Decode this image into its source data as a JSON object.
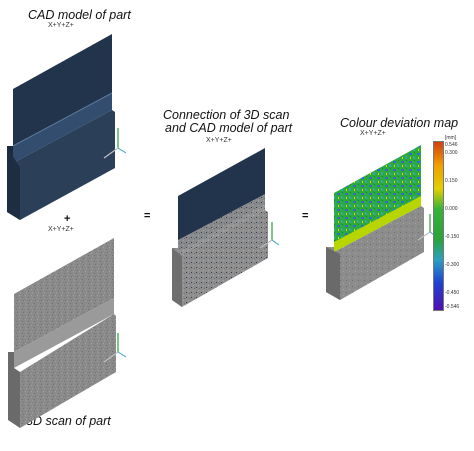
{
  "labels": {
    "cad_title": "CAD model of part",
    "cad_axes": "X+Y+Z+",
    "plus_sign": "+",
    "scan_axes": "X+Y+Z+",
    "scan_title": "3D scan of part",
    "equals_1": "=",
    "conn_title_1": "Connection of 3D scan",
    "conn_title_2": "and CAD model of part",
    "conn_axes": "X+Y+Z+",
    "equals_2": "=",
    "dev_title": "Colour deviation map",
    "dev_axes": "X+Y+Z+"
  },
  "legend": {
    "unit": "[mm]",
    "ticks": [
      "0.546",
      "0.300",
      "0.150",
      "0.000",
      "-0.150",
      "-0.300",
      "-0.450",
      "-0.546"
    ]
  },
  "colors": {
    "cad": "#2b3d55",
    "scan": "#8c8c8c",
    "deviation_green": "#2eaa3c",
    "deviation_blue": "#2a6fd0"
  }
}
